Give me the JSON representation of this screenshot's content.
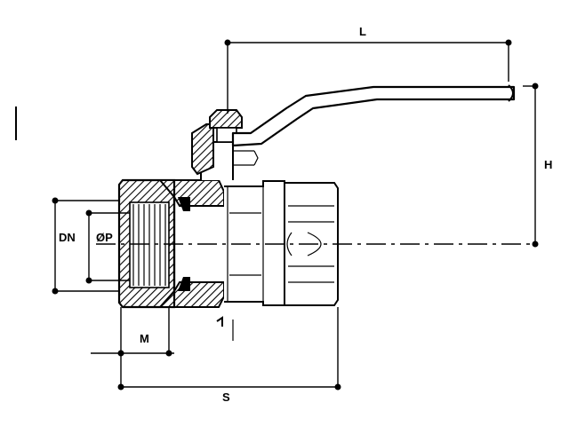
{
  "dimensions": {
    "L": "L",
    "H": "H",
    "DN": "DN",
    "P": "ØP",
    "M": "M",
    "S": "S"
  },
  "colors": {
    "line": "#000000",
    "background": "#ffffff"
  }
}
